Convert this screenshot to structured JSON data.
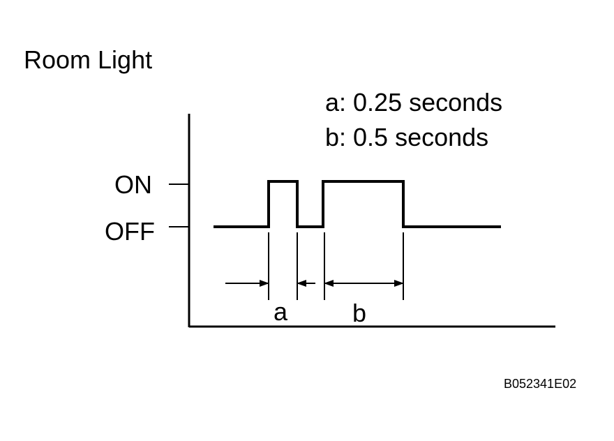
{
  "title": "Room Light",
  "legend": {
    "a": "a: 0.25 seconds",
    "b": "b: 0.5 seconds"
  },
  "levels": {
    "on": "ON",
    "off": "OFF"
  },
  "intervals": {
    "a": "a",
    "b": "b"
  },
  "figure_code": "B052341E02"
}
